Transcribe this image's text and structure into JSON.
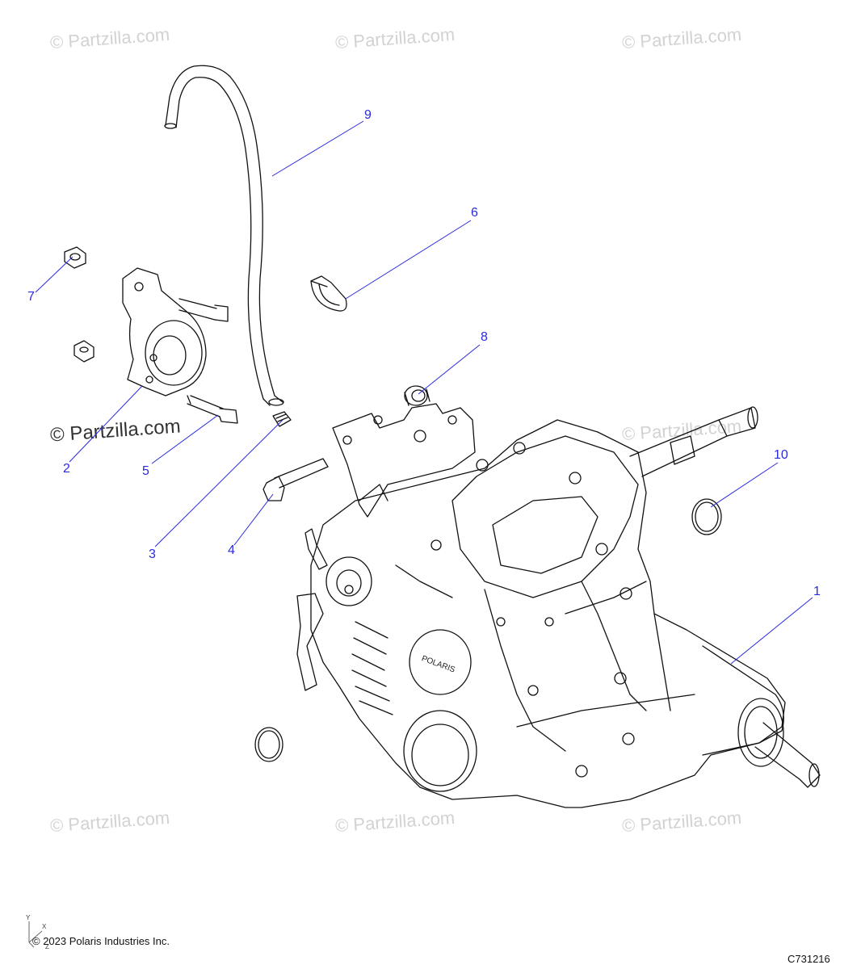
{
  "watermark_text": "© Partzilla.com",
  "callouts": {
    "c1": "1",
    "c2": "2",
    "c3": "3",
    "c4": "4",
    "c5": "5",
    "c6": "6",
    "c7": "7",
    "c8": "8",
    "c9": "9",
    "c10": "10"
  },
  "footer": {
    "copyright": "© 2023 Polaris Industries Inc.",
    "part_number": "C731216"
  },
  "axis_labels": {
    "y": "Y",
    "x": "X",
    "z": "Z"
  },
  "colors": {
    "callout": "#2a2ae0",
    "line": "#111111",
    "watermark": "#d2d2d2"
  }
}
